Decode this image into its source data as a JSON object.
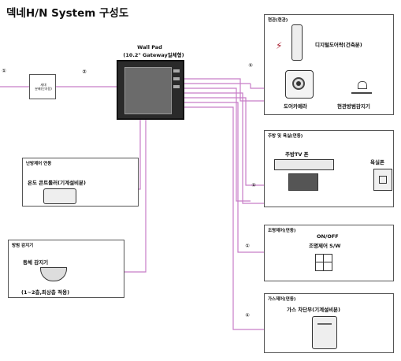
{
  "diagram": {
    "title": "덱네H/N System 구성도",
    "wallpad": {
      "name": "Wall Pad",
      "spec": "(10.2\" Gateway일체형)"
    },
    "left_unit": {
      "label": "세대\n분배(단자함)"
    },
    "connector_labels": [
      "①",
      "②"
    ],
    "boxes": {
      "entrance": {
        "title": "현관(현관)",
        "items": [
          "디지털도어락(건축분)",
          "도어카메라",
          "현관방범감지기"
        ]
      },
      "kitchen": {
        "title": "주방 및 욕실(연동)",
        "items": [
          "주방TV 폰",
          "욕실폰"
        ]
      },
      "heating": {
        "title": "난방제어 연동",
        "items": [
          "온도 콘트롤러(기계설비분)"
        ]
      },
      "sensor": {
        "title": "방범 감지기",
        "items": [
          "동체 감지기",
          "(1~2층,최상층 적용)"
        ]
      },
      "lighting": {
        "title": "조명제어(연동)",
        "items": [
          "ON/OFF",
          "조명제어 S/W"
        ]
      },
      "gas": {
        "title": "가스제어(연동)",
        "items": [
          "가스 차단부(기계설비분)"
        ]
      }
    },
    "colors": {
      "wire": "#c77dc7",
      "wire_dark": "#8b2f8b",
      "border": "#555555"
    }
  }
}
